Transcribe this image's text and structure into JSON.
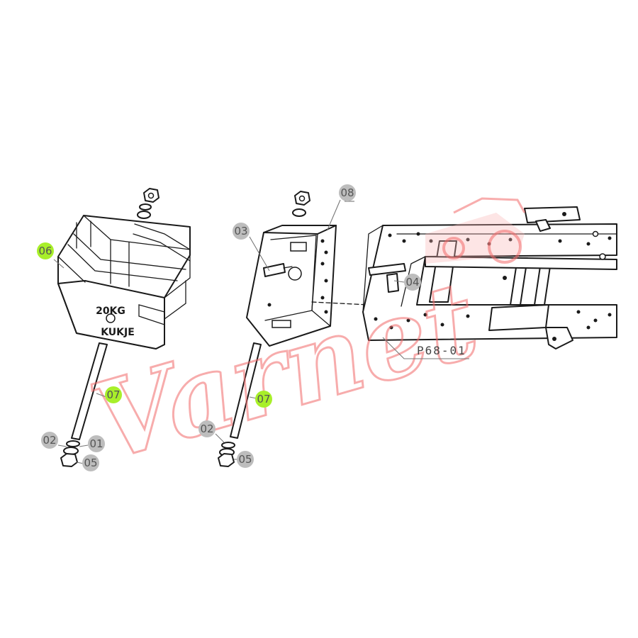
{
  "diagram": {
    "weight_markings": {
      "mass": "20KG",
      "brand": "KUKJE"
    },
    "callouts": [
      {
        "id": "c06a",
        "label": "06",
        "highlighted": true
      },
      {
        "id": "c07a",
        "label": "07",
        "highlighted": true
      },
      {
        "id": "c02a",
        "label": "02",
        "highlighted": false
      },
      {
        "id": "c01a",
        "label": "01",
        "highlighted": false
      },
      {
        "id": "c05a",
        "label": "05",
        "highlighted": false
      },
      {
        "id": "c03a",
        "label": "03",
        "highlighted": false
      },
      {
        "id": "c08a",
        "label": "08",
        "highlighted": false
      },
      {
        "id": "c04a",
        "label": "04",
        "highlighted": false
      },
      {
        "id": "c07b",
        "label": "07",
        "highlighted": true
      },
      {
        "id": "c02b",
        "label": "02",
        "highlighted": false
      },
      {
        "id": "c05b",
        "label": "05",
        "highlighted": false
      }
    ],
    "frame_part": "P68-01",
    "watermark": "Varnet",
    "colors": {
      "highlight": "#a8ef2a",
      "callout": "#bdbdbd",
      "watermark": "#f26a6a",
      "line": "#1a1a1a"
    }
  }
}
